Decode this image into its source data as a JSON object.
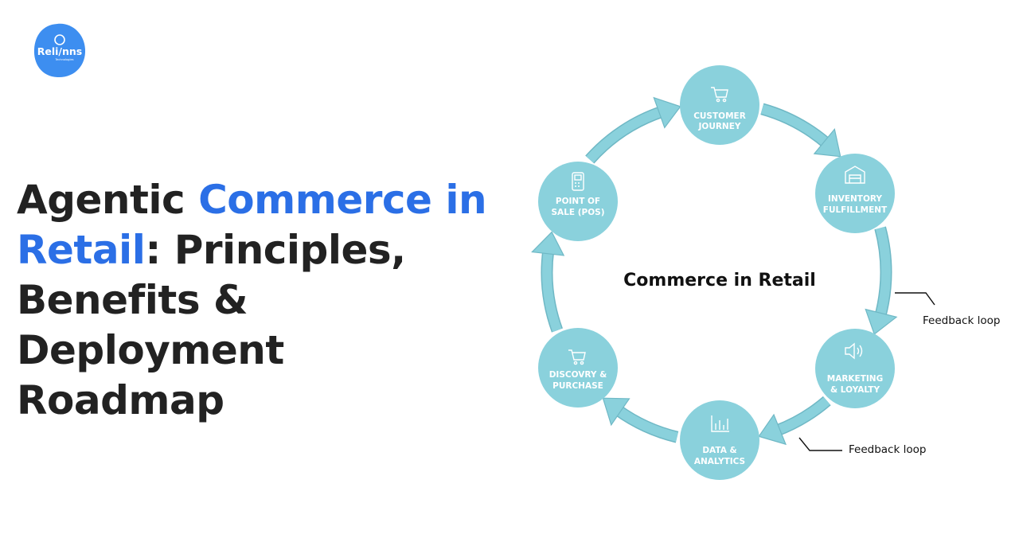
{
  "brand": {
    "logo_text": "Reli/nns",
    "logo_subtext": "Technologies",
    "logo_color": "#3d8ef0"
  },
  "headline": {
    "part1": "Agentic ",
    "highlight1": "Commerce in",
    "part2": " ",
    "highlight2": "Retail",
    "part3": ": Principles, Benefits & Deployment Roadmap",
    "text_color": "#222222",
    "highlight_color": "#2b6fe6"
  },
  "diagram": {
    "center_title": "Commerce in Retail",
    "node_color": "#8ad1dc",
    "ring_color": "#8ad1dc",
    "nodes": [
      {
        "line1": "CUSTOMER",
        "line2": "JOURNEY",
        "icon": "shopping-cart-icon"
      },
      {
        "line1": "INVENTORY",
        "line2": "FULFILLMENT",
        "icon": "warehouse-icon"
      },
      {
        "line1": "MARKETING",
        "line2": "& LOYALTY",
        "icon": "speaker-icon"
      },
      {
        "line1": "DATA &",
        "line2": "ANALYTICS",
        "icon": "bar-chart-icon"
      },
      {
        "line1": "DISCOVRY &",
        "line2": "PURCHASE",
        "icon": "shopping-cart-icon"
      },
      {
        "line1": "POINT OF",
        "line2": "SALE (POS)",
        "icon": "pos-terminal-icon"
      }
    ],
    "feedback_labels": [
      "Feedback loop",
      "Feedback loop"
    ]
  }
}
